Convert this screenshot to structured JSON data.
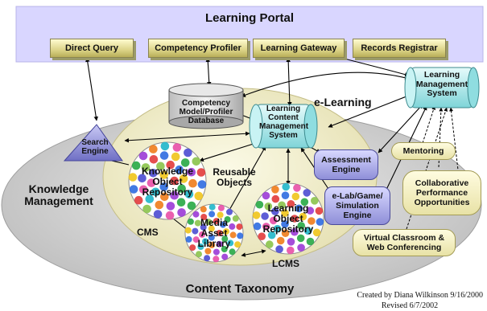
{
  "portal": {
    "title": "Learning Portal",
    "items": [
      "Direct Query",
      "Competency Profiler",
      "Learning Gateway",
      "Records Registrar"
    ]
  },
  "regions": {
    "elearning": "e-Learning",
    "knowledge_management": "Knowledge\nManagement",
    "content_taxonomy": "Content Taxonomy",
    "reusable_objects": "Reusable\nObjects",
    "cms": "CMS",
    "lcms": "LCMS"
  },
  "components": {
    "competency_db": "Competency\nModel/Profiler\nDatabase",
    "lcms_system": "Learning\nContent\nManagement\nSystem",
    "lms": "Learning\nManagement\nSystem",
    "search_engine": "Search\nEngine",
    "assessment_engine": "Assessment\nEngine",
    "elab_engine": "e-Lab/Game/\nSimulation\nEngine",
    "mentoring": "Mentoring",
    "collaborative": "Collaborative\nPerformance\nOpportunities",
    "virtual_classroom": "Virtual Classroom &\nWeb Conferencing"
  },
  "repositories": {
    "knowledge_object": "Knowledge\nObject\nRepository",
    "media_asset": "Media\nAsset\nLibrary",
    "learning_object": "Learning\nObject\nRepository"
  },
  "credit": {
    "line1": "Created by Diana Wilkinson 9/16/2000",
    "line2": "Revised 6/7/2002"
  },
  "colors": {
    "portal_bg": "#d9d6ff",
    "outer_ellipse": "#d4d4d4",
    "inner_ellipse": "#f1efcf",
    "cyan": "#a9ecee",
    "lavender": "#9a9ae0",
    "tan": "#dcd488"
  }
}
